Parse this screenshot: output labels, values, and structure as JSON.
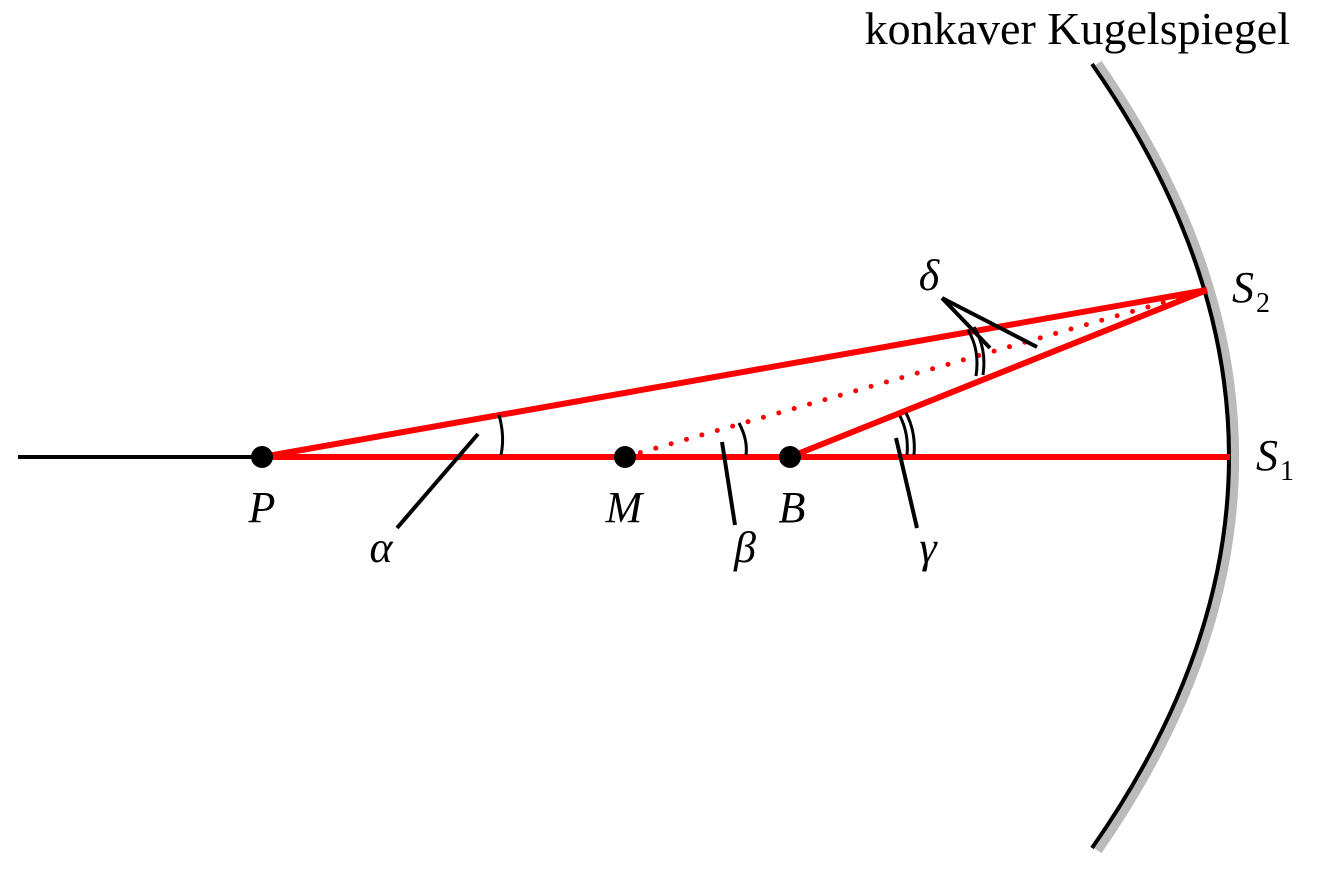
{
  "title": "konkaver Kugelspiegel",
  "points": {
    "P": "P",
    "M": "M",
    "B": "B",
    "S1": {
      "base": "S",
      "sub": "1"
    },
    "S2": {
      "base": "S",
      "sub": "2"
    }
  },
  "angles": {
    "alpha": "α",
    "beta": "β",
    "gamma": "γ",
    "delta": "δ"
  },
  "colors": {
    "ray": "#ff0000",
    "line": "#000000",
    "mirror_backing": "#bbbbbb"
  }
}
